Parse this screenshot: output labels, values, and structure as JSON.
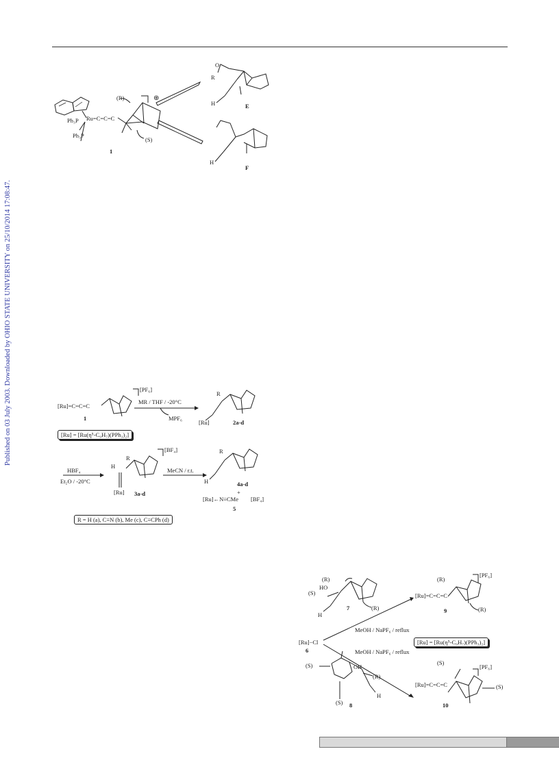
{
  "side_note": "Published on 03 July 2003. Downloaded by OHIO STATE UNIVERSITY on 25/10/2014 17:08:47.",
  "scheme1": {
    "cmpd1": "1",
    "cmpdE": "E",
    "cmpdF": "F",
    "ru_chain": "Ru=C=C=C",
    "pph3_a": "Ph₃P",
    "pph3_b": "Ph₃P",
    "R_label": "(R)",
    "S_label": "(S)",
    "R_sub": "R",
    "H_E": "H",
    "H_F": "H",
    "O": "O",
    "charge": "⊕"
  },
  "scheme2": {
    "ru_chain": "[Ru]=C=C=C",
    "pf6": "[PF₆]",
    "cmpd1": "1",
    "arrow1_top": "MR / THF / -20°C",
    "arrow1_bottom": "MPF₆",
    "ru_def": "[Ru] = [Ru(η⁵-C₉H₇)(PPh₃)₂]",
    "cmpd2": "2a-d",
    "R2": "R",
    "Ru2": "[Ru]",
    "hbf4": "HBF₄",
    "et2o": "Et₂O / -20°C",
    "cmpd3": "3a-d",
    "H3": "H",
    "R3": "R",
    "bf4_3": "[BF₄]",
    "Ru3": "[Ru]",
    "arrow3": "MeCN / r.t.",
    "cmpd4": "4a-d",
    "R4": "R",
    "H4": "H",
    "plus": "+",
    "ru_nc": "[Ru]←N≡CMe",
    "bf4_5": "[BF₄]",
    "cmpd5": "5",
    "r_def": "R = H (a), C≡N (b), Me (c), C≡CPh (d)"
  },
  "scheme3": {
    "cmpd6": "6",
    "ru_cl": "[Ru]−Cl",
    "cmpd7": "7",
    "cmpd8": "8",
    "cmpd9": "9",
    "cmpd10": "10",
    "cond_top": "MeOH / NaPF₆ / reflux",
    "cond_bottom": "MeOH / NaPF₆ / reflux",
    "ru_def": "[Ru] = [Ru(η⁵-C₉H₇)(PPh₃)₂]",
    "ru9": "[Ru]=C=C=C",
    "pf6_9": "[PF₆]",
    "ru10": "[Ru]=C=C=C",
    "pf6_10": "[PF₆]",
    "R_a": "(R)",
    "S_a": "(S)",
    "R_b": "(R)",
    "HO7": "HO",
    "H7": "H",
    "R_9a": "(R)",
    "R_9b": "(R)",
    "S_8a": "(S)",
    "S_8b": "(S)",
    "R_8": "(R)",
    "OH8": "OH",
    "H8": "H",
    "S_10a": "(S)",
    "S_10b": "(S)"
  }
}
